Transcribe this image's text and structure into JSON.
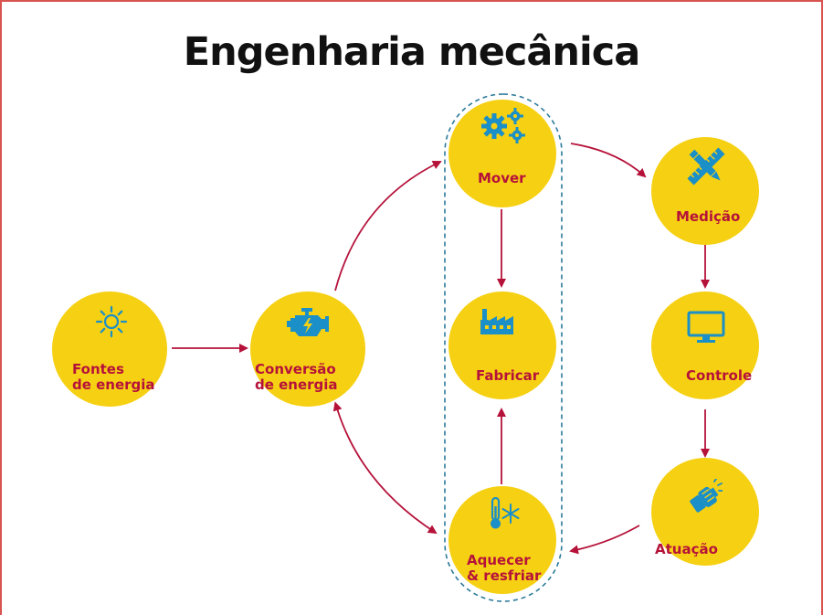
{
  "title": "Engenharia mecânica",
  "nodes": {
    "fontes": {
      "line1": "Fontes",
      "line2": "de energia",
      "icon": "sun-icon"
    },
    "conversao": {
      "line1": "Conversão",
      "line2": "de energia",
      "icon": "engine-icon"
    },
    "mover": {
      "label": "Mover",
      "icon": "gears-icon"
    },
    "fabricar": {
      "label": "Fabricar",
      "icon": "factory-icon"
    },
    "aquecer": {
      "line1": "Aquecer",
      "line2": "& resfriar",
      "icon": "thermometer-snowflake-icon"
    },
    "medicao": {
      "label": "Medição",
      "icon": "ruler-pencil-icon"
    },
    "controle": {
      "label": "Controle",
      "icon": "monitor-icon"
    },
    "atuacao": {
      "label": "Atuação",
      "icon": "actuator-hand-icon"
    }
  },
  "colors": {
    "node_fill": "#f6d012",
    "label": "#b5123a",
    "arrow": "#b5123a",
    "icon": "#1b8fc7",
    "group_outline": "#2b7a99",
    "frame": "#d9534f"
  }
}
